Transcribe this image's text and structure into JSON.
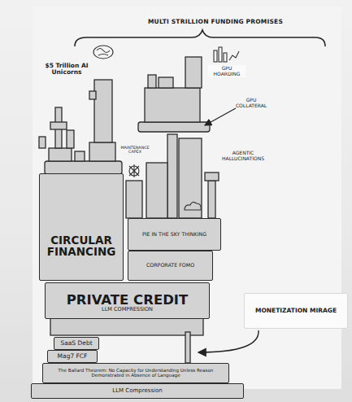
{
  "diagram": {
    "title": "MULTI STRILLION FUNDING PROMISES",
    "nodes": [
      {
        "text": [
          "CIRCULAR FINANCING"
        ]
      },
      {
        "text": [
          "PIE IN THE SKY THINKING"
        ]
      },
      {
        "text": [
          "CORPORATE FOMO"
        ]
      },
      {
        "text": [
          "PRIVATE CREDIT",
          "LLM COMPRESSION"
        ]
      },
      {
        "text": [
          "MONETIZATION MIRAGE"
        ]
      },
      {
        "text": [
          "SaaS Debt"
        ]
      },
      {
        "text": [
          "Mag7 FCF"
        ]
      },
      {
        "text": [
          "The Ballard Theorem: No Capacity for Understanding Unless Reason Demonstrated in Absence of Language"
        ]
      },
      {
        "text": [
          "LLM Compression"
        ]
      }
    ],
    "labels": [
      "$5 Trillion AI Unicorns",
      "GPU HOARDING",
      "GPU COLLATERAL",
      "MAINTENANCE CAPEX",
      "AGENTIC HALLUCINATIONS"
    ]
  }
}
